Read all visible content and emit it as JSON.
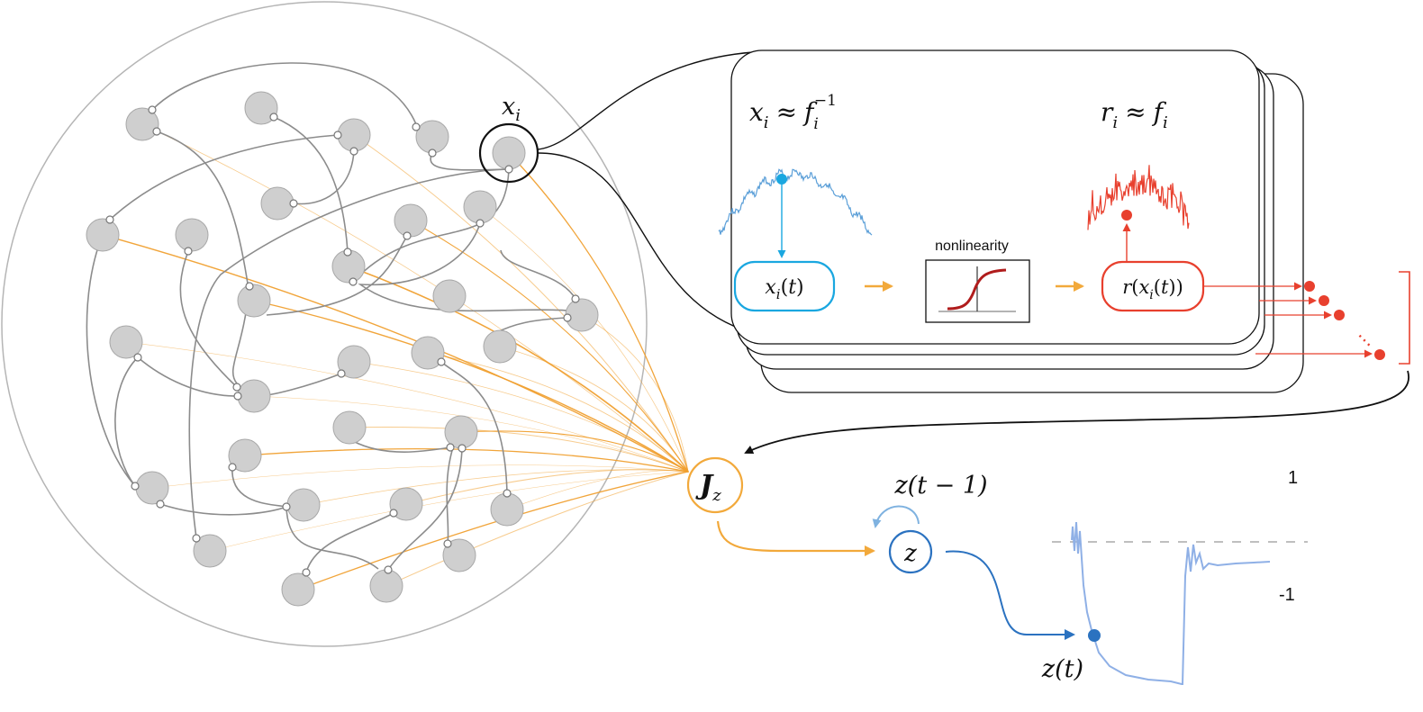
{
  "colors": {
    "node_fill": "#cfcfcf",
    "node_stroke": "#a8a8a8",
    "edge_gray": "#8c8c8c",
    "edge_orange": "#f0a030",
    "input_blue": "#1aa7e0",
    "output_red": "#e8402e",
    "readout_orange": "#f2a93b",
    "z_blue": "#2b72c0",
    "trace_blue": "#8fb0e6"
  },
  "labels": {
    "neuron_label": "x_i",
    "input_formula_lhs": "x",
    "input_formula_sub": "i",
    "input_formula_rel": "≈",
    "input_formula_f": "f",
    "input_formula_fsub": "i",
    "input_formula_fsup": "−1",
    "output_formula_lhs": "r",
    "output_formula_sub": "i",
    "output_formula_rel": "≈",
    "output_formula_f": "f",
    "output_formula_fsub": "i",
    "input_box": "x_i(t)",
    "nonlinearity": "nonlinearity",
    "output_box": "r(x_i(t))",
    "readout_bold": "J",
    "readout_sub": "z",
    "z_node": "z",
    "z_prev": "z(t − 1)",
    "z_current": "z(t)",
    "level_high": "1",
    "level_low": "-1",
    "dots": "⋯"
  }
}
